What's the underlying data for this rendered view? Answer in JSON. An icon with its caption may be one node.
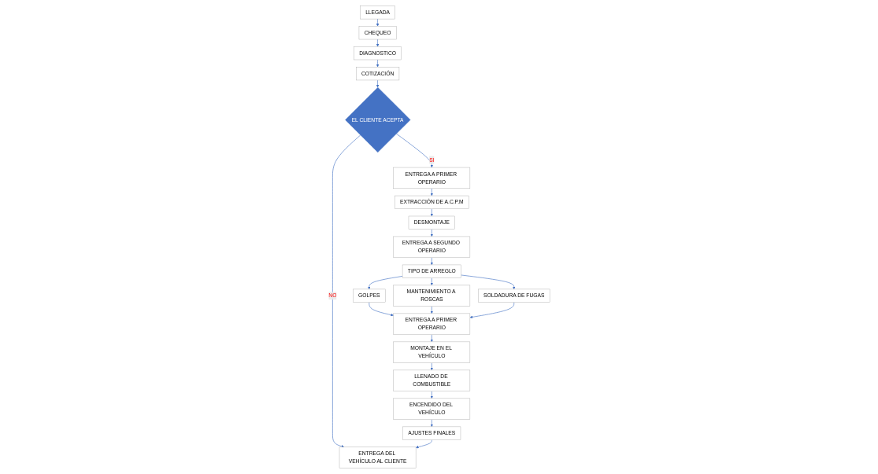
{
  "diagram": {
    "nodes": [
      {
        "text": [
          "LLEGADA"
        ]
      },
      {
        "text": [
          "CHEQUEO"
        ]
      },
      {
        "text": [
          "DIAGNOSTICO"
        ]
      },
      {
        "text": [
          "COTIZACIÓN"
        ]
      },
      {
        "text": [
          "EL CLIENTE ACEPTA"
        ]
      },
      {
        "text": [
          "ENTREGA A PRIMER OPERARIO"
        ]
      },
      {
        "text": [
          "EXTRACCIÓN DE A.C.P.M"
        ]
      },
      {
        "text": [
          "DESMONTAJE"
        ]
      },
      {
        "text": [
          "ENTREGA A SEGUNDO OPERARIO"
        ]
      },
      {
        "text": [
          "TIPO DE ARREGLO"
        ]
      },
      {
        "text": [
          "GOLPES"
        ]
      },
      {
        "text": [
          "MANTENIMIENTO A ROSCAS"
        ]
      },
      {
        "text": [
          "SOLDADURA DE FUGAS"
        ]
      },
      {
        "text": [
          "ENTREGA A PRIMER OPERARIO"
        ]
      },
      {
        "text": [
          "MONTAJE EN EL VEHÍCULO"
        ]
      },
      {
        "text": [
          "LLENADO DE COMBUSTIBLE"
        ]
      },
      {
        "text": [
          "ENCENDIDO DEL VEHÍCULO"
        ]
      },
      {
        "text": [
          "AJUSTES FINALES"
        ]
      },
      {
        "text": [
          "ENTREGA DEL VEHÍCULO AL CLIENTE"
        ]
      }
    ],
    "edges": [
      {
        "from": 0,
        "to": 1,
        "arrow": "to"
      },
      {
        "from": 1,
        "to": 2,
        "arrow": "to"
      },
      {
        "from": 2,
        "to": 3,
        "arrow": "to"
      },
      {
        "from": 3,
        "to": 4,
        "arrow": "to"
      },
      {
        "from": 4,
        "to": 5,
        "arrow": "to",
        "label": "SI"
      },
      {
        "from": 4,
        "to": 18,
        "arrow": "to",
        "label": "NO"
      },
      {
        "from": 5,
        "to": 6,
        "arrow": "to"
      },
      {
        "from": 6,
        "to": 7,
        "arrow": "to"
      },
      {
        "from": 7,
        "to": 8,
        "arrow": "to"
      },
      {
        "from": 8,
        "to": 9,
        "arrow": "to"
      },
      {
        "from": 9,
        "to": 10,
        "arrow": "to"
      },
      {
        "from": 9,
        "to": 11,
        "arrow": "to"
      },
      {
        "from": 9,
        "to": 12,
        "arrow": "to"
      },
      {
        "from": 10,
        "to": 13,
        "arrow": "to"
      },
      {
        "from": 11,
        "to": 13,
        "arrow": "to"
      },
      {
        "from": 12,
        "to": 13,
        "arrow": "to"
      },
      {
        "from": 13,
        "to": 14,
        "arrow": "to"
      },
      {
        "from": 14,
        "to": 15,
        "arrow": "to"
      },
      {
        "from": 15,
        "to": 16,
        "arrow": "to"
      },
      {
        "from": 16,
        "to": 17,
        "arrow": "to"
      },
      {
        "from": 17,
        "to": 18,
        "arrow": "to"
      }
    ]
  }
}
